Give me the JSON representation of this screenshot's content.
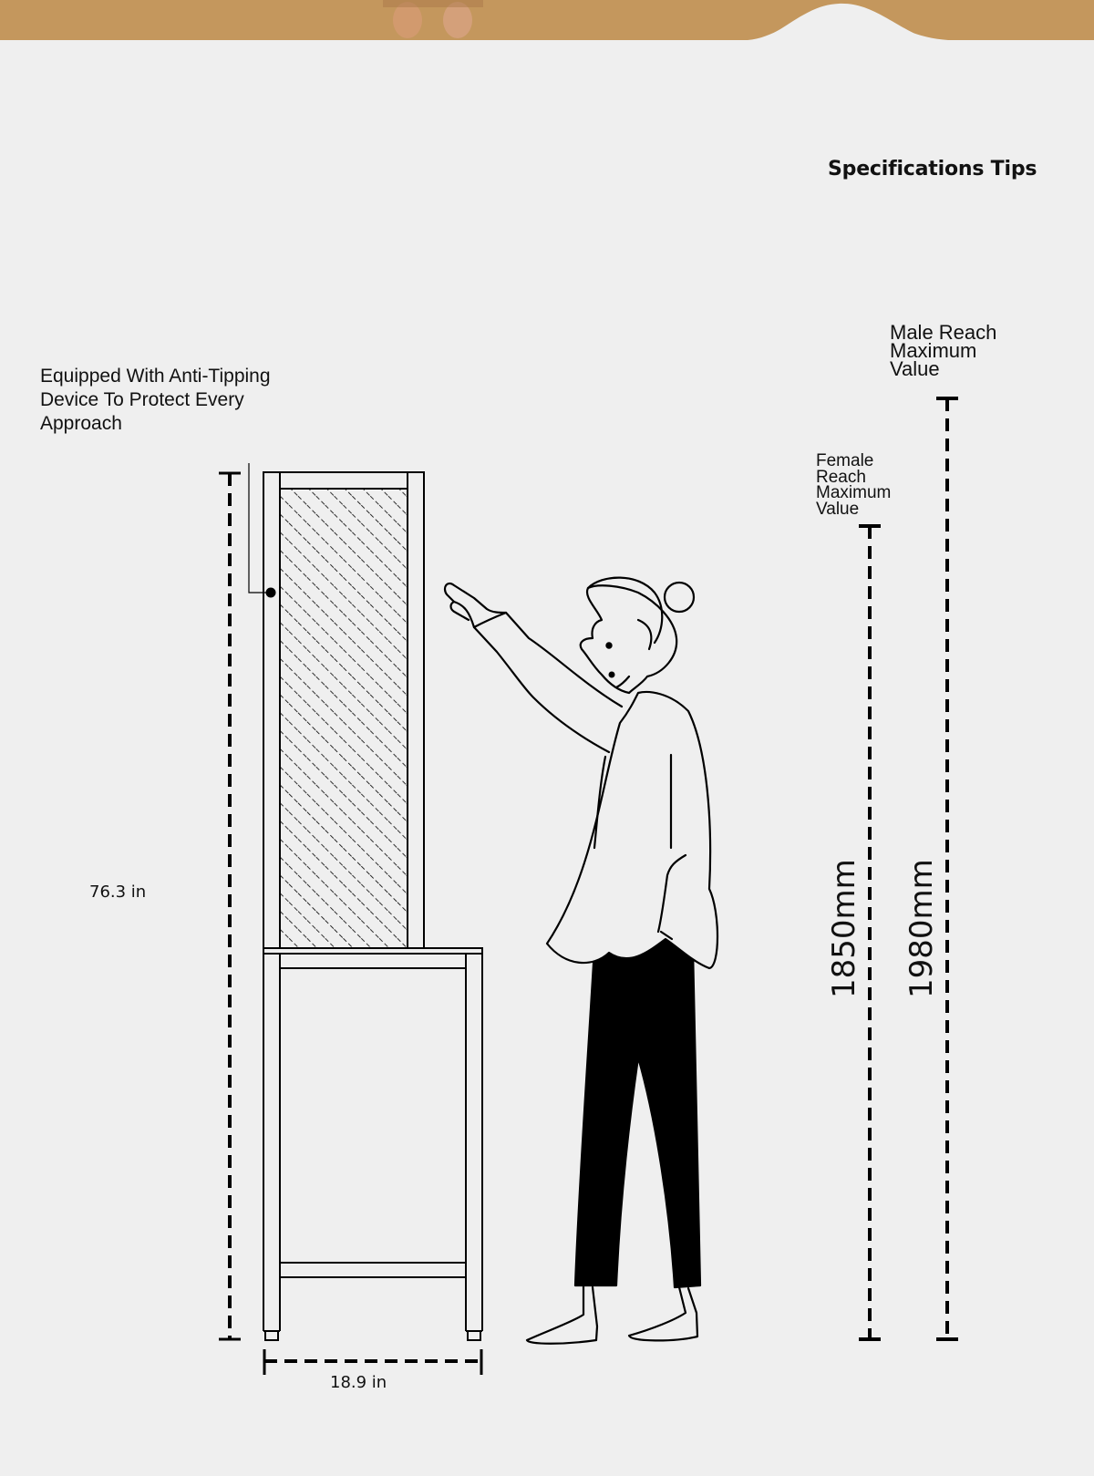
{
  "header": {
    "title": "Specifications Tips"
  },
  "annotations": {
    "anti_tipping": "Equipped With Anti-Tipping Device To Protect Every Approach",
    "male_reach": "Male Reach Maximum Value",
    "female_reach": "Female Reach Maximum Value"
  },
  "dimensions": {
    "cabinet_height": "76.3 in",
    "cabinet_width": "18.9 in",
    "female_height": "1850mm",
    "male_height": "1980mm"
  },
  "colors": {
    "background": "#efefef",
    "ink": "#000000",
    "floor_wood": "#c89a5e"
  },
  "icons": [
    "shoe-cabinet-illustration",
    "woman-figure-illustration",
    "anti-tipping-dot"
  ]
}
